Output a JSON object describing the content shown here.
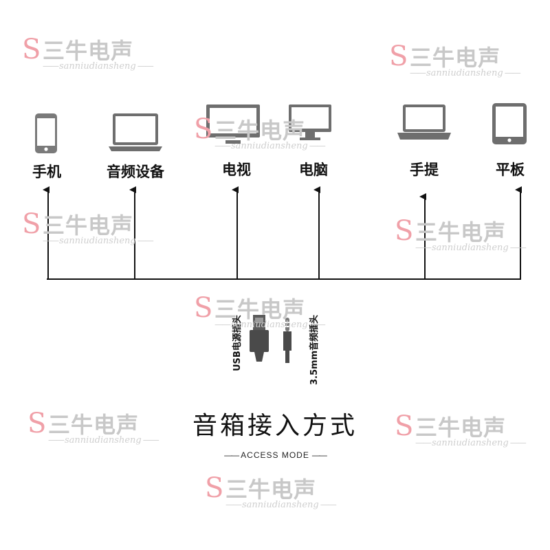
{
  "devices": [
    {
      "id": "phone",
      "label": "手机",
      "icon": "smartphone-icon"
    },
    {
      "id": "audio",
      "label": "音频设备",
      "icon": "laptop-icon"
    },
    {
      "id": "tv",
      "label": "电视",
      "icon": "monitor-icon"
    },
    {
      "id": "pc",
      "label": "电脑",
      "icon": "desktop-monitor-icon"
    },
    {
      "id": "notebook",
      "label": "手提",
      "icon": "laptop-icon"
    },
    {
      "id": "tablet",
      "label": "平板",
      "icon": "tablet-icon"
    }
  ],
  "plugs": [
    {
      "label": "USB电源插头",
      "icon": "usb-plug-icon"
    },
    {
      "label": "3.5mm音频插头",
      "icon": "audio-jack-icon"
    }
  ],
  "title": "音箱接入方式",
  "subtitle": "ACCESS MODE",
  "watermark": {
    "letter": "S",
    "brand": "三牛电声",
    "sub": "sanniudiansheng"
  },
  "colors": {
    "line": "#111111",
    "watermark_letter": "#f0a0a8",
    "watermark_text": "#c8c8c8"
  }
}
